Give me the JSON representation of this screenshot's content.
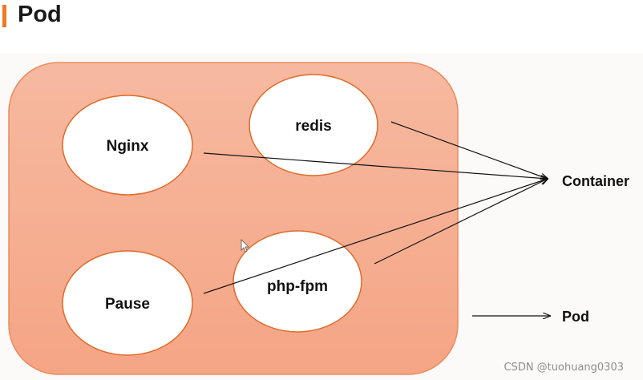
{
  "title": "Pod",
  "diagram": {
    "nodes": {
      "nginx": "Nginx",
      "redis": "redis",
      "pause": "Pause",
      "php_fpm": "php-fpm"
    },
    "legend": {
      "container": "Container",
      "pod": "Pod"
    }
  },
  "watermark": "CSDN @tuohuang0303",
  "colors": {
    "accent": "#f07a23",
    "pod_fill": "#f6b494",
    "pod_border": "#ec8b5a",
    "node_fill": "#ffffff",
    "node_border": "#e06a2a"
  }
}
